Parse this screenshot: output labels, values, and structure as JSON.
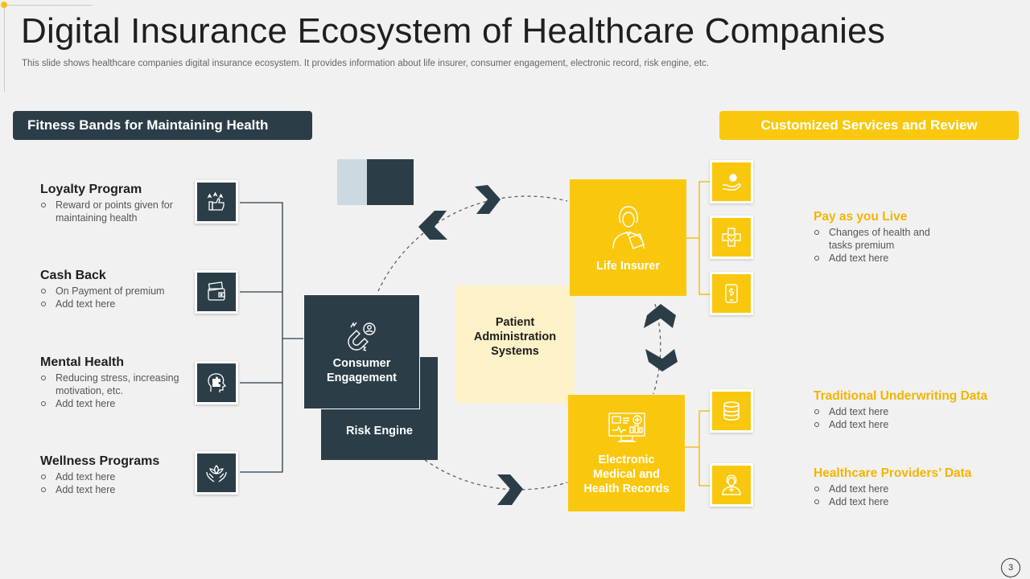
{
  "title": "Digital Insurance Ecosystem of Healthcare Companies",
  "subtitle": "This slide shows healthcare companies digital insurance ecosystem. It provides information about life insurer, consumer engagement, electronic record, risk engine, etc.",
  "left_header": "Fitness Bands for Maintaining Health",
  "right_header": "Customized Services and Review",
  "left_items": [
    {
      "title": "Loyalty Program",
      "bullets": [
        "Reward or points given for maintaining health"
      ],
      "icon": "rating-thumbs-up-icon"
    },
    {
      "title": "Cash Back",
      "bullets": [
        "On Payment of premium",
        "Add text here"
      ],
      "icon": "wallet-cash-icon"
    },
    {
      "title": "Mental Health",
      "bullets": [
        "Reducing stress, increasing motivation, etc.",
        "Add text here"
      ],
      "icon": "head-puzzle-icon"
    },
    {
      "title": "Wellness Programs",
      "bullets": [
        "Add text here",
        "Add text here"
      ],
      "icon": "hands-lotus-icon"
    }
  ],
  "center": {
    "consumer_engagement": "Consumer Engagement",
    "risk_engine": "Risk Engine",
    "patient_admin": "Patient Administration Systems",
    "life_insurer": "Life Insurer",
    "emr": "Electronic Medical and Health Records"
  },
  "right_items": [
    {
      "title": "Pay as you Live",
      "bullets": [
        "Changes of health and tasks premium",
        "Add text here"
      ]
    },
    {
      "title": "Traditional Underwriting Data",
      "bullets": [
        "Add text here",
        "Add text here"
      ]
    },
    {
      "title": "Healthcare Providers’ Data",
      "bullets": [
        "Add text here",
        "Add text here"
      ]
    }
  ],
  "page_number": "3",
  "colors": {
    "dark": "#2b3e48",
    "yellow": "#f9c80e",
    "light_yellow": "#fdf1c8",
    "accent_text": "#f4b400"
  }
}
